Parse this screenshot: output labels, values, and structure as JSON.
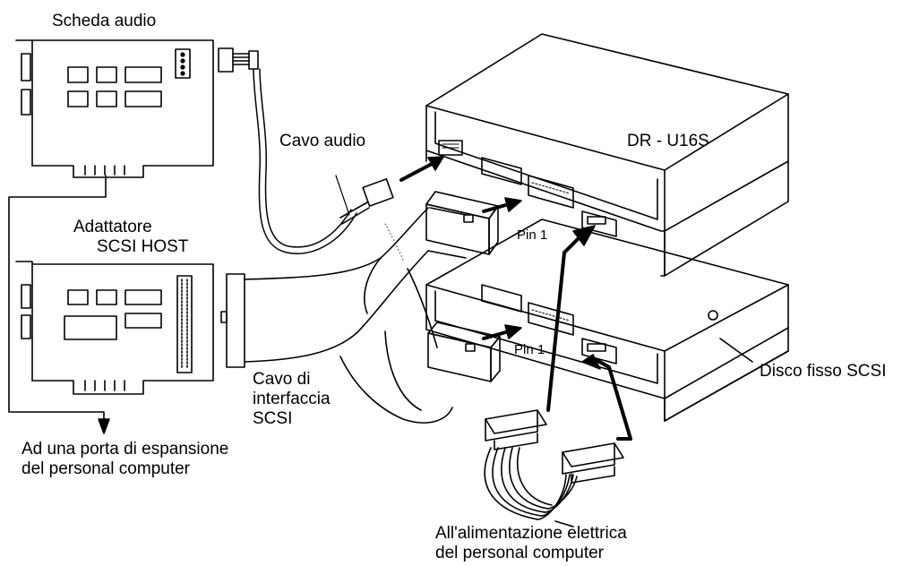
{
  "labels": {
    "sound_card": "Scheda audio",
    "audio_cable": "Cavo audio",
    "drive_model": "DR - U16S",
    "host_adapter_line1": "Adattatore",
    "host_adapter_line2": "SCSI HOST",
    "pin1_top": "Pin 1",
    "pin1_bottom": "Pin 1",
    "scsi_cable_line1": "Cavo di",
    "scsi_cable_line2": "interfaccia",
    "scsi_cable_line3": "SCSI",
    "hard_disk": "Disco fisso SCSI",
    "expansion_line1": "Ad una porta di espansione",
    "expansion_line2": "del personal computer",
    "power_line1": "All'alimentazione elettrica",
    "power_line2": "del personal computer"
  }
}
